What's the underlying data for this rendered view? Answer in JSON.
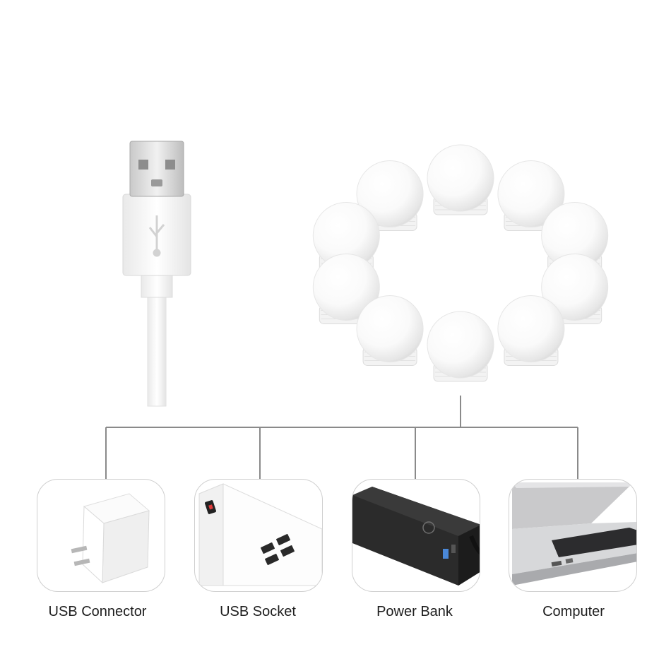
{
  "devices": [
    {
      "label": "USB Connector",
      "icon": "wall-adapter-icon"
    },
    {
      "label": "USB Socket",
      "icon": "power-strip-icon"
    },
    {
      "label": "Power Bank",
      "icon": "power-bank-icon"
    },
    {
      "label": "Computer",
      "icon": "laptop-icon"
    }
  ],
  "bulb_count": 10,
  "colors": {
    "connector_line": "#8a8a8a",
    "card_border": "#cfcfcf",
    "label_text": "#1e1e1e",
    "bulb_white": "#ffffff"
  }
}
